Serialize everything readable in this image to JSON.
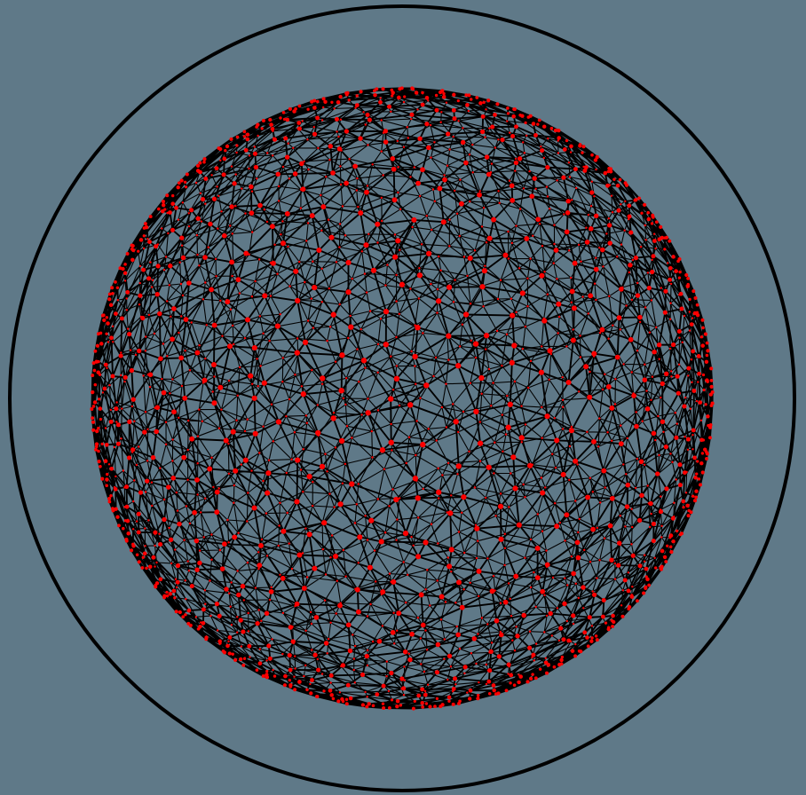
{
  "scene": {
    "background_color": "#5F7988",
    "edge_color": "#000000",
    "vertex_color": "#FF0000",
    "object": "sphere-mesh",
    "projection": "perspective",
    "vertex_count": 2000
  }
}
